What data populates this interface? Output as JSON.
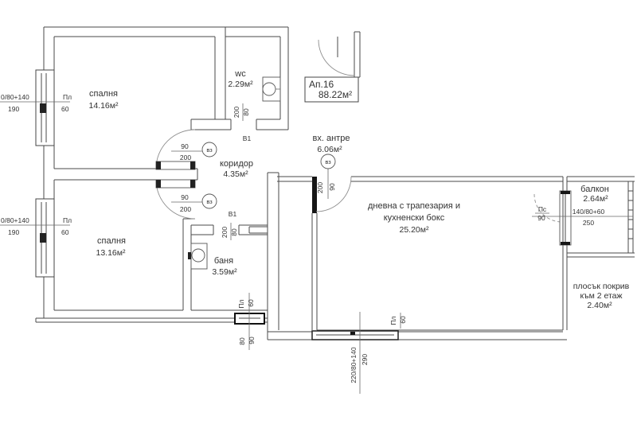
{
  "plan": {
    "apartment": {
      "number": "Ап.16",
      "total_area": "88.22м²"
    },
    "rooms": {
      "bedroom1": {
        "name": "спалня",
        "area": "14.16м²"
      },
      "bedroom2": {
        "name": "спалня",
        "area": "13.16м²"
      },
      "wc": {
        "name": "wc",
        "area": "2.29м²"
      },
      "entry_hall": {
        "name": "вх. антре",
        "area": "6.06м²"
      },
      "corridor": {
        "name": "коридор",
        "area": "4.35м²"
      },
      "bathroom": {
        "name": "баня",
        "area": "3.59м²"
      },
      "living": {
        "name_line1": "дневна с трапезария и",
        "name_line2": "кухненски бокс",
        "area": "25.20м²"
      },
      "balcony": {
        "name": "балкон",
        "area": "2.64м²"
      },
      "flat_roof": {
        "name_line1": "плосък покрив",
        "name_line2": "към 2 етаж",
        "area": "2.40м²"
      }
    },
    "door_marker": "вз",
    "frame_type": "В1",
    "dims": {
      "door_w90": "90",
      "door_h200": "200",
      "door_w80": "80",
      "win_left_dim": "0/80+140",
      "win_left_height": "190",
      "sill_code": "Пл",
      "sill_value": "60",
      "small_win_w": "80",
      "small_win_h": "90",
      "big_win_dim": "220/80+140",
      "big_win_height": "290",
      "balcony_win_dim": "140/80+60",
      "balcony_win_height": "250",
      "balcony_door_code": "Пс",
      "balcony_door_value": "90"
    }
  }
}
